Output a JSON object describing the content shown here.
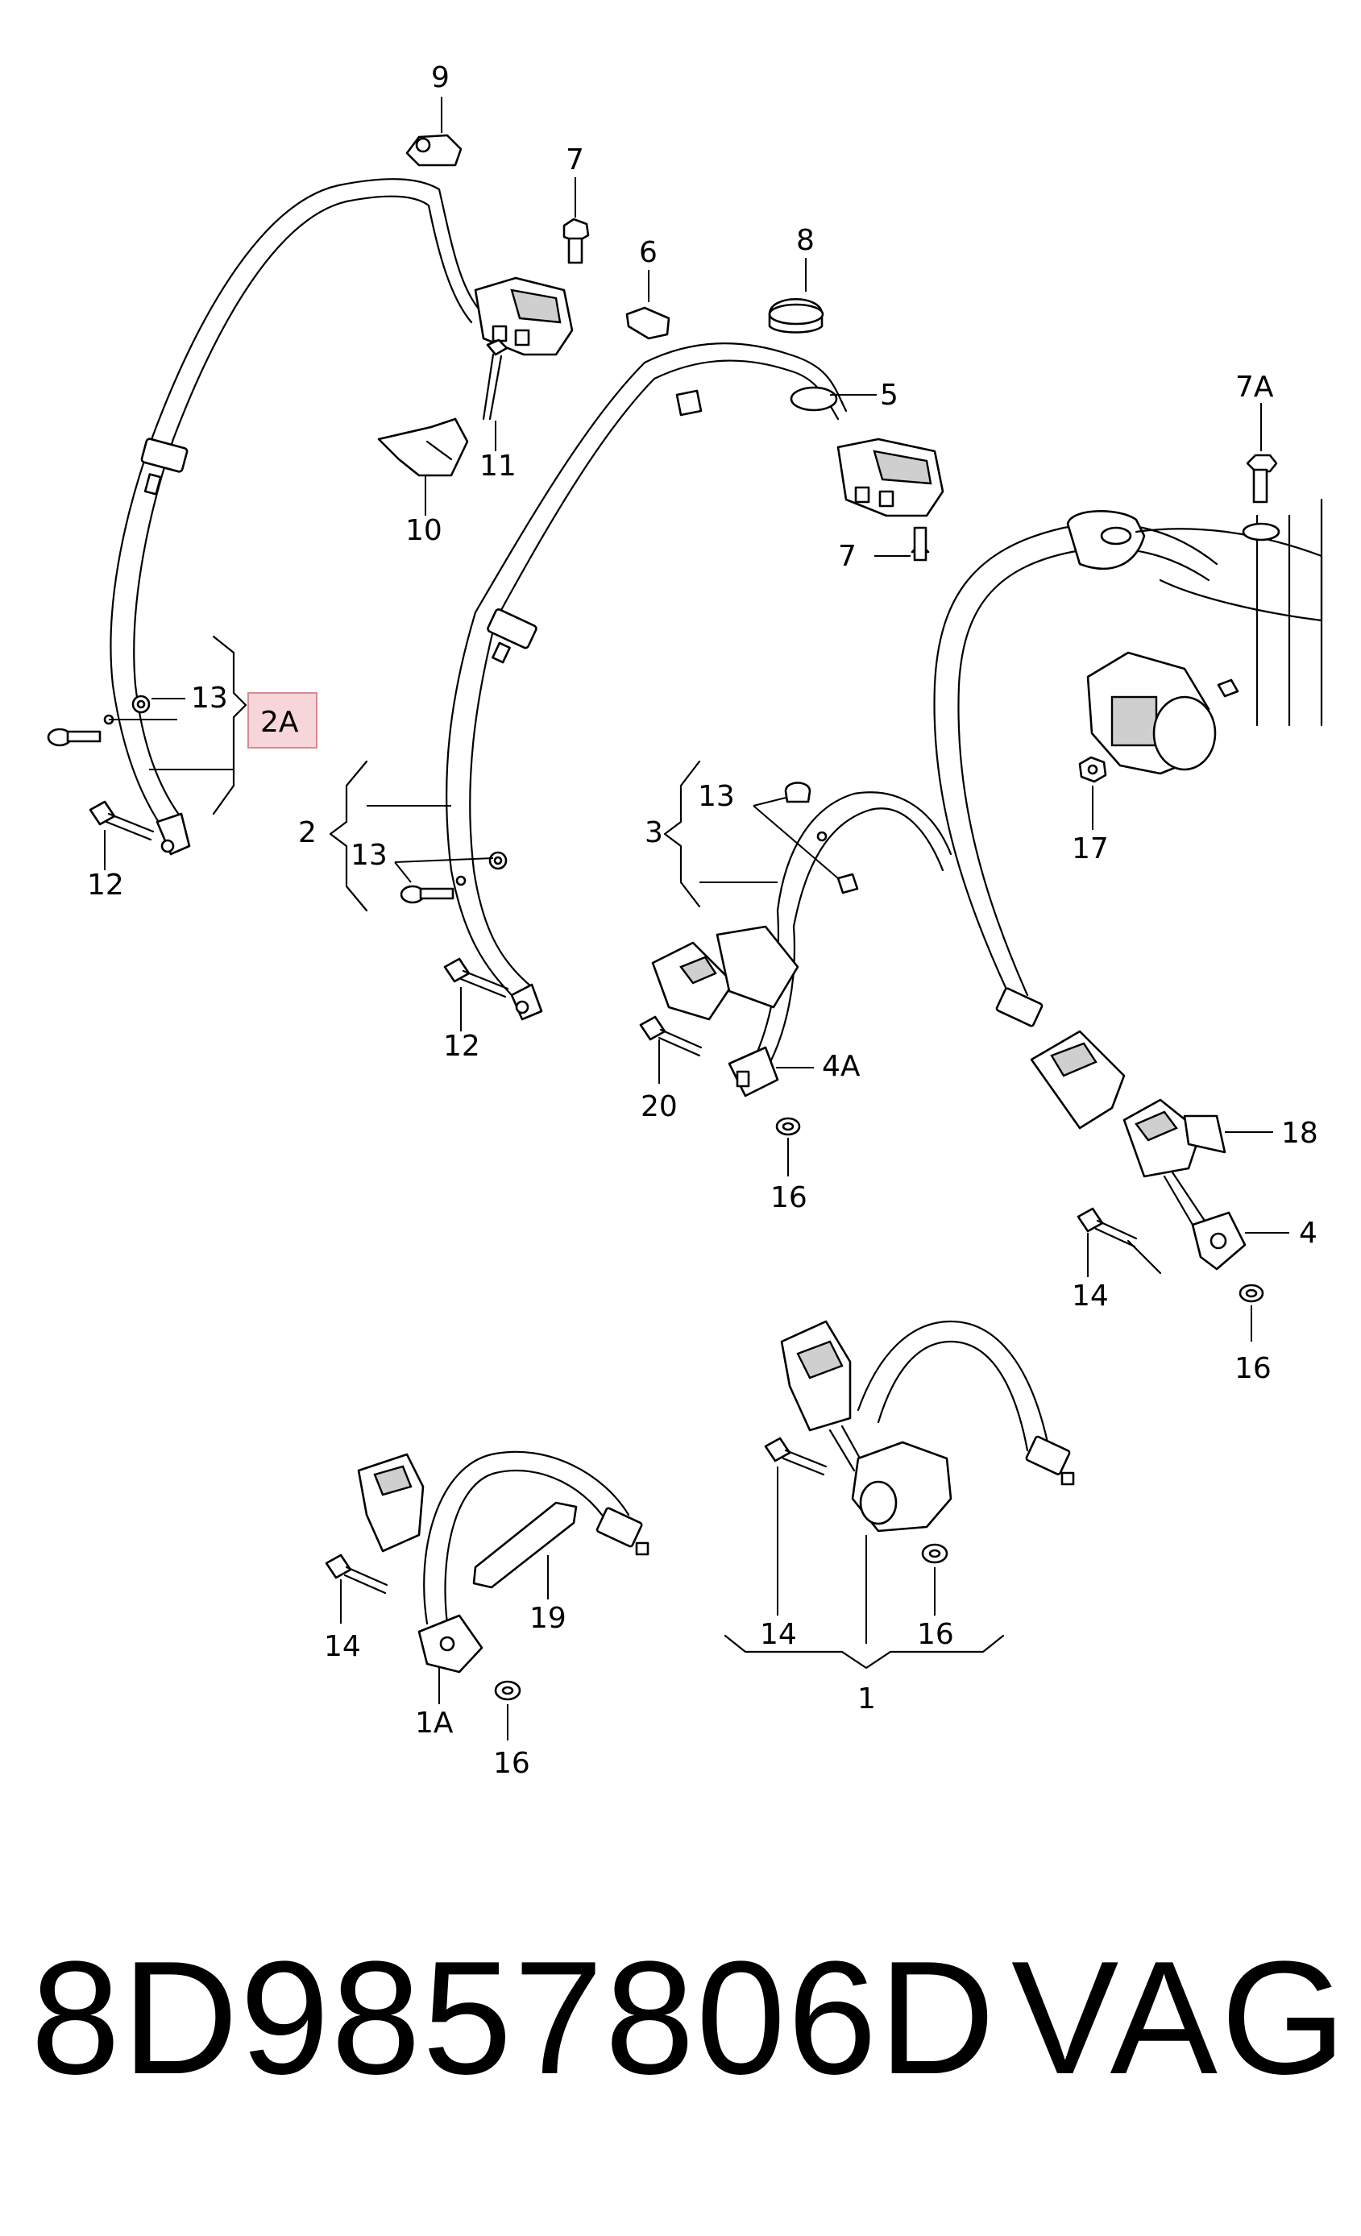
{
  "diagram": {
    "callouts": {
      "c1": "1",
      "c1A": "1A",
      "c2": "2",
      "c2A": "2A",
      "c3": "3",
      "c4": "4",
      "c4A": "4A",
      "c5": "5",
      "c6": "6",
      "c7a": "7",
      "c7b": "7",
      "c7A": "7A",
      "c8": "8",
      "c9": "9",
      "c10": "10",
      "c11": "11",
      "c12a": "12",
      "c12b": "12",
      "c13a": "13",
      "c13b": "13",
      "c13c": "13",
      "c14a": "14",
      "c14b": "14",
      "c14c": "14",
      "c16a": "16",
      "c16b": "16",
      "c16c": "16",
      "c16d": "16",
      "c17": "17",
      "c18": "18",
      "c19": "19",
      "c20": "20"
    },
    "highlight_color": "#f6d6d8"
  },
  "footer": {
    "part_number": "8D9857806D",
    "brand": "VAG"
  }
}
